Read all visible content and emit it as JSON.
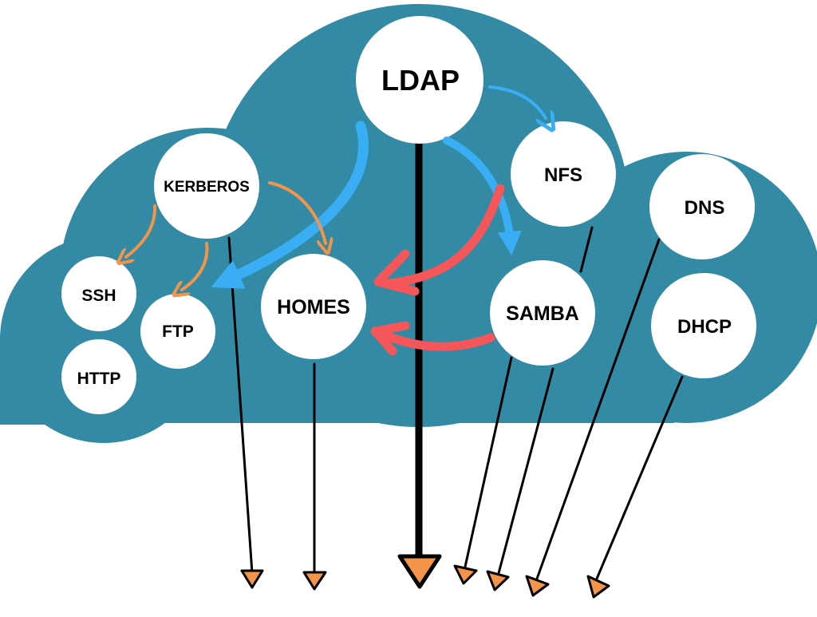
{
  "colors": {
    "cloud": "#338aa4",
    "node_fill": "#ffffff",
    "blue_arrow": "#3aaef5",
    "red_arrow": "#f45659",
    "orange_arrow": "#f4944a",
    "black_line": "#000000",
    "arrowhead_fill": "#f4944a"
  },
  "nodes": {
    "ldap": "LDAP",
    "nfs": "NFS",
    "kerberos": "KERBEROS",
    "dns": "DNS",
    "ssh": "SSH",
    "ftp": "FTP",
    "homes": "HOMES",
    "samba": "SAMBA",
    "dhcp": "DHCP",
    "http": "HTTP"
  },
  "edges": [
    {
      "from": "LDAP",
      "to": "NFS",
      "color": "blue"
    },
    {
      "from": "LDAP",
      "to": "FTP",
      "color": "blue"
    },
    {
      "from": "LDAP",
      "to": "SAMBA",
      "color": "blue"
    },
    {
      "from": "NFS",
      "to": "HOMES",
      "color": "red"
    },
    {
      "from": "SAMBA",
      "to": "HOMES",
      "color": "red"
    },
    {
      "from": "KERBEROS",
      "to": "HOMES",
      "color": "orange"
    },
    {
      "from": "KERBEROS",
      "to": "SSH",
      "color": "orange"
    },
    {
      "from": "KERBEROS",
      "to": "FTP",
      "color": "orange"
    }
  ]
}
